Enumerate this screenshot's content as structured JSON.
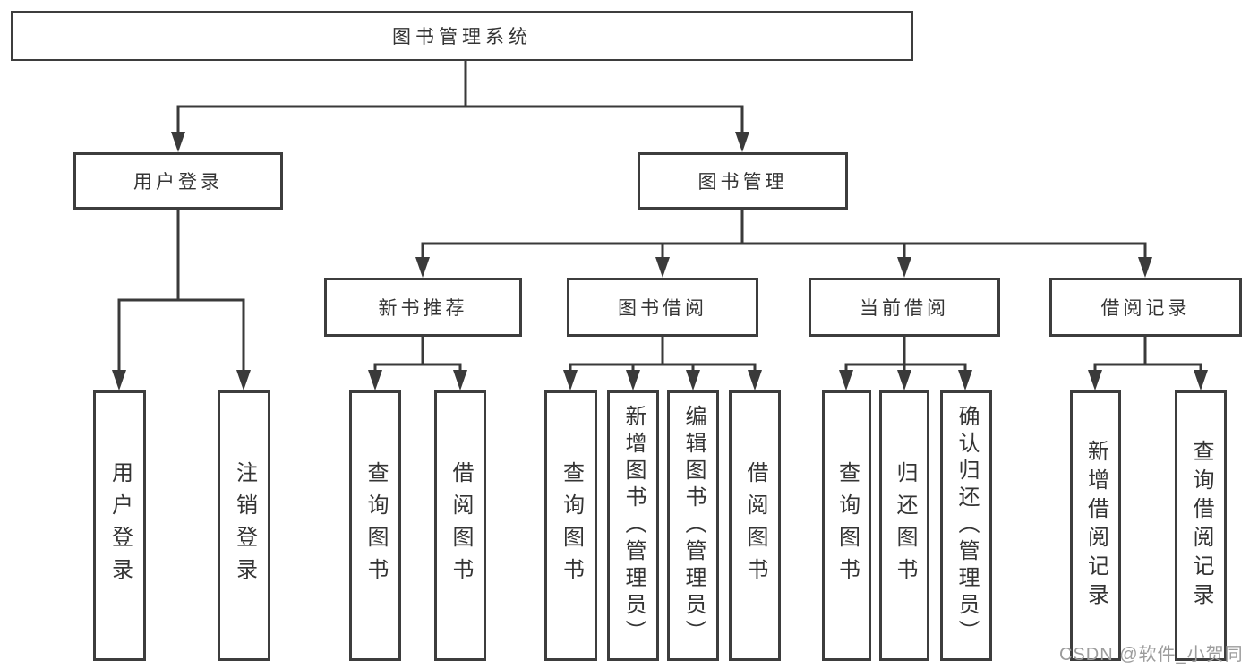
{
  "diagram_title": "图书管理系统",
  "nodes": {
    "root": {
      "label": "图书管理系统"
    },
    "level2": [
      {
        "label": "用户登录"
      },
      {
        "label": "图书管理"
      }
    ],
    "level3": [
      {
        "label": "新书推荐",
        "parent": "图书管理"
      },
      {
        "label": "图书借阅",
        "parent": "图书管理"
      },
      {
        "label": "当前借阅",
        "parent": "图书管理"
      },
      {
        "label": "借阅记录",
        "parent": "图书管理"
      }
    ],
    "leaves": [
      {
        "label": "用户登录",
        "parent": "用户登录"
      },
      {
        "label": "注销登录",
        "parent": "用户登录"
      },
      {
        "label": "查询图书",
        "parent": "新书推荐"
      },
      {
        "label": "借阅图书",
        "parent": "新书推荐"
      },
      {
        "label": "查询图书",
        "parent": "图书借阅"
      },
      {
        "label": "新增图书（管理员）",
        "parent": "图书借阅"
      },
      {
        "label": "编辑图书（管理员）",
        "parent": "图书借阅"
      },
      {
        "label": "借阅图书",
        "parent": "图书借阅"
      },
      {
        "label": "查询图书",
        "parent": "当前借阅"
      },
      {
        "label": "归还图书",
        "parent": "当前借阅"
      },
      {
        "label": "确认归还（管理员）",
        "parent": "当前借阅"
      },
      {
        "label": "新增借阅记录",
        "parent": "借阅记录"
      },
      {
        "label": "查询借阅记录",
        "parent": "借阅记录"
      }
    ]
  },
  "watermark": "CSDN @软件_小贺同学",
  "colors": {
    "line": "#3a3a3a",
    "box_border": "#3d3d3d",
    "text": "#343434",
    "watermark": "#9c9c9c",
    "background": "#ffffff"
  }
}
